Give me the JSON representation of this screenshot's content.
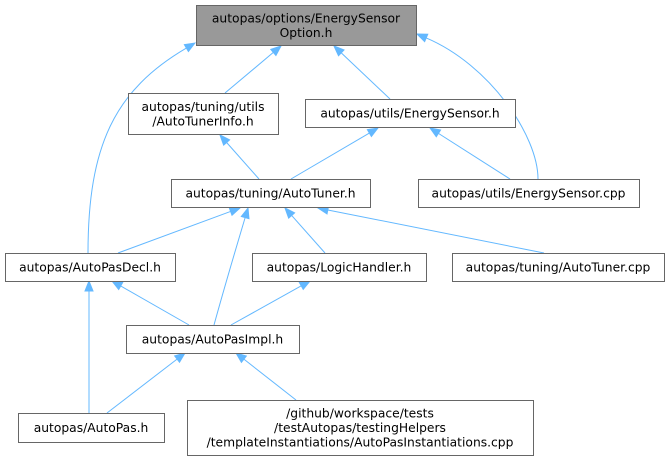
{
  "diagram": {
    "colors": {
      "edge": "#63b8ff",
      "node_border": "#666666",
      "root_fill": "#999999",
      "node_fill": "#ffffff"
    },
    "nodes": [
      {
        "id": "option",
        "lines": [
          "autopas/options/EnergySensor",
          "Option.h"
        ],
        "root": true
      },
      {
        "id": "tunerinfo",
        "lines": [
          "autopas/tuning/utils",
          "/AutoTunerInfo.h"
        ]
      },
      {
        "id": "sensorh",
        "lines": [
          "autopas/utils/EnergySensor.h"
        ]
      },
      {
        "id": "autotunerh",
        "lines": [
          "autopas/tuning/AutoTuner.h"
        ]
      },
      {
        "id": "sensorcpp",
        "lines": [
          "autopas/utils/EnergySensor.cpp"
        ]
      },
      {
        "id": "decl",
        "lines": [
          "autopas/AutoPasDecl.h"
        ]
      },
      {
        "id": "logic",
        "lines": [
          "autopas/LogicHandler.h"
        ]
      },
      {
        "id": "autotunercpp",
        "lines": [
          "autopas/tuning/AutoTuner.cpp"
        ]
      },
      {
        "id": "impl",
        "lines": [
          "autopas/AutoPasImpl.h"
        ]
      },
      {
        "id": "autopash",
        "lines": [
          "autopas/AutoPas.h"
        ]
      },
      {
        "id": "inst",
        "lines": [
          "/github/workspace/tests",
          "/testAutopas/testingHelpers",
          "/templateInstantiations/AutoPasInstantiations.cpp"
        ]
      }
    ],
    "edges": [
      {
        "from": "tunerinfo",
        "to": "option"
      },
      {
        "from": "sensorh",
        "to": "option"
      },
      {
        "from": "sensorcpp",
        "to": "option"
      },
      {
        "from": "decl",
        "to": "option"
      },
      {
        "from": "autotunerh",
        "to": "tunerinfo"
      },
      {
        "from": "autotunerh",
        "to": "sensorh"
      },
      {
        "from": "sensorcpp",
        "to": "sensorh"
      },
      {
        "from": "decl",
        "to": "autotunerh"
      },
      {
        "from": "logic",
        "to": "autotunerh"
      },
      {
        "from": "autotunercpp",
        "to": "autotunerh"
      },
      {
        "from": "impl",
        "to": "autotunerh"
      },
      {
        "from": "impl",
        "to": "decl"
      },
      {
        "from": "autopash",
        "to": "decl"
      },
      {
        "from": "impl",
        "to": "logic"
      },
      {
        "from": "autopash",
        "to": "impl"
      },
      {
        "from": "inst",
        "to": "impl"
      }
    ]
  }
}
